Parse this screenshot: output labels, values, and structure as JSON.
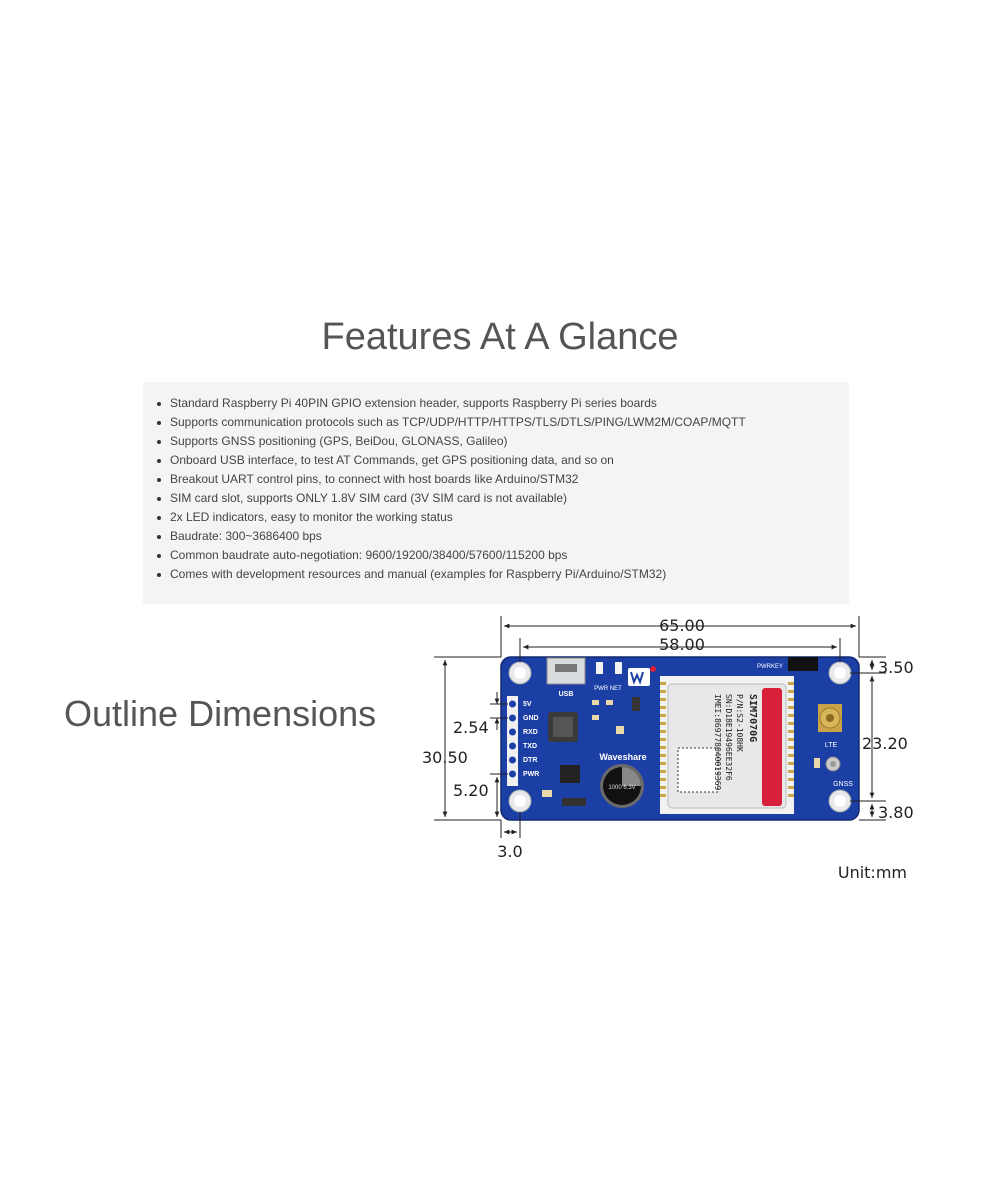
{
  "features": {
    "title": "Features At A Glance",
    "items": [
      "Standard Raspberry Pi 40PIN GPIO extension header, supports Raspberry Pi series boards",
      "Supports communication protocols such as TCP/UDP/HTTP/HTTPS/TLS/DTLS/PING/LWM2M/COAP/MQTT",
      "Supports GNSS positioning (GPS, BeiDou, GLONASS, Galileo)",
      "Onboard USB interface, to test AT Commands, get GPS positioning data, and so on",
      "Breakout UART control pins, to connect with host boards like Arduino/STM32",
      "SIM card slot, supports ONLY 1.8V SIM card (3V SIM card is not available)",
      "2x LED indicators, easy to monitor the working status",
      "Baudrate: 300~3686400 bps",
      "Common baudrate auto-negotiation: 9600/19200/38400/57600/115200 bps",
      "Comes with development resources and manual (examples for Raspberry Pi/Arduino/STM32)"
    ]
  },
  "outline": {
    "title": "Outline Dimensions",
    "dims": {
      "overall_width": "65.00",
      "hole_spacing": "58.00",
      "height": "30.50",
      "pin_pitch": "2.54",
      "pin_offset": "5.20",
      "edge_offset": "3.0",
      "top_offset": "3.50",
      "hole_vertical": "23.20",
      "bottom_offset": "3.80"
    },
    "unit": "Unit:mm",
    "board": {
      "pin_labels": [
        "5V",
        "GND",
        "RXD",
        "TXD",
        "DTR",
        "PWR"
      ],
      "usb_label": "USB",
      "led_label": "PWR NET",
      "brand": "Waveshare",
      "pwrkey_label": "PWRKEY",
      "lte_label": "LTE",
      "gnss_label": "GNSS",
      "module_name": "SIM7070G",
      "module_pn": "P/N:S2-108HK",
      "module_sn": "SN:D18E19496EE32F6",
      "module_imei": "IMEI:869778040019369",
      "cap_text": "1000 6.3V"
    }
  },
  "colors": {
    "board_blue": "#1c3fa6",
    "module_silver": "#e8e8e8",
    "sim_red": "#d8203a"
  }
}
